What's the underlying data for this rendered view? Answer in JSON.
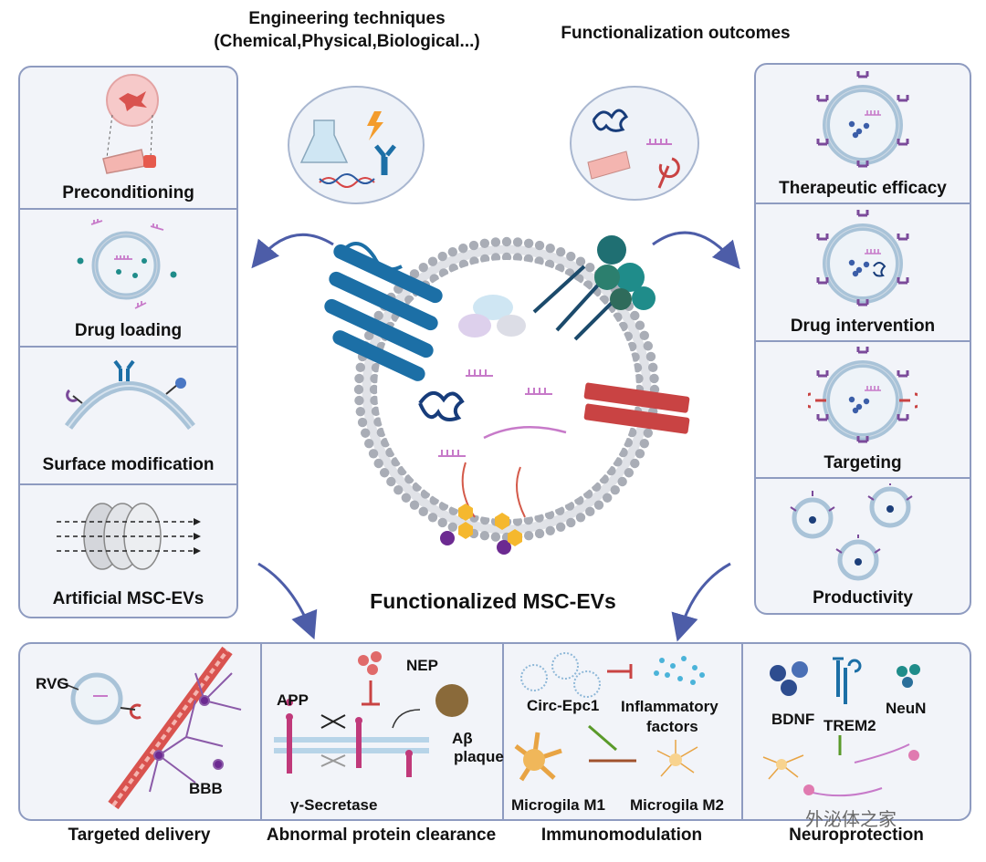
{
  "header": {
    "engineering_line1": "Engineering techniques",
    "engineering_line2": "(Chemical,Physical,Biological...)",
    "outcomes": "Functionalization outcomes"
  },
  "left_panel": {
    "items": [
      {
        "label": "Preconditioning"
      },
      {
        "label": "Drug loading"
      },
      {
        "label": "Surface modification"
      },
      {
        "label": "Artificial MSC-EVs"
      }
    ]
  },
  "right_panel": {
    "items": [
      {
        "label": "Therapeutic efficacy"
      },
      {
        "label": "Drug intervention"
      },
      {
        "label": "Targeting"
      },
      {
        "label": "Productivity"
      }
    ]
  },
  "center": {
    "title": "Functionalized MSC-EVs"
  },
  "bottom_panel": {
    "sections": [
      {
        "label": "Targeted delivery",
        "texts": {
          "rvg": "RVG",
          "bbb": "BBB"
        }
      },
      {
        "label": "Abnormal protein clearance",
        "texts": {
          "app": "APP",
          "nep": "NEP",
          "secretase": "γ-Secretase",
          "abeta": "Aβ",
          "plaque": "plaque"
        }
      },
      {
        "label": "Immunomodulation",
        "texts": {
          "circ": "Circ-Epc1",
          "inflam1": "Inflammatory",
          "inflam2": "factors",
          "m1": "Microgila M1",
          "m2": "Microgila M2"
        }
      },
      {
        "label": "Neuroprotection",
        "texts": {
          "bdnf": "BDNF",
          "trem2": "TREM2",
          "neun": "NeuN"
        }
      }
    ]
  },
  "watermark": "外泌体之家",
  "colors": {
    "panel_bg": "#f2f4f9",
    "panel_border": "#8e9bc0",
    "arrow": "#4d5da8",
    "membrane_head": "#a9adb6",
    "protein_blue": "#1c6fa6",
    "rna_pink": "#c77ac9",
    "receptor_purple": "#7b4a9a",
    "red_protein": "#c94343",
    "teal": "#1f8c8a"
  }
}
